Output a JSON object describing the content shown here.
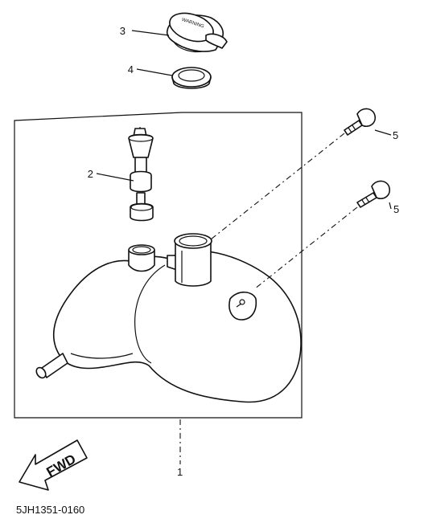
{
  "callouts": {
    "tank": "1",
    "breather": "2",
    "cap": "3",
    "seal": "4",
    "bolt_upper": "5",
    "bolt_lower": "5"
  },
  "arrow_label": "FWD",
  "drawing_code": "5JH1351-0160",
  "cap_warning_text": "WARNING"
}
